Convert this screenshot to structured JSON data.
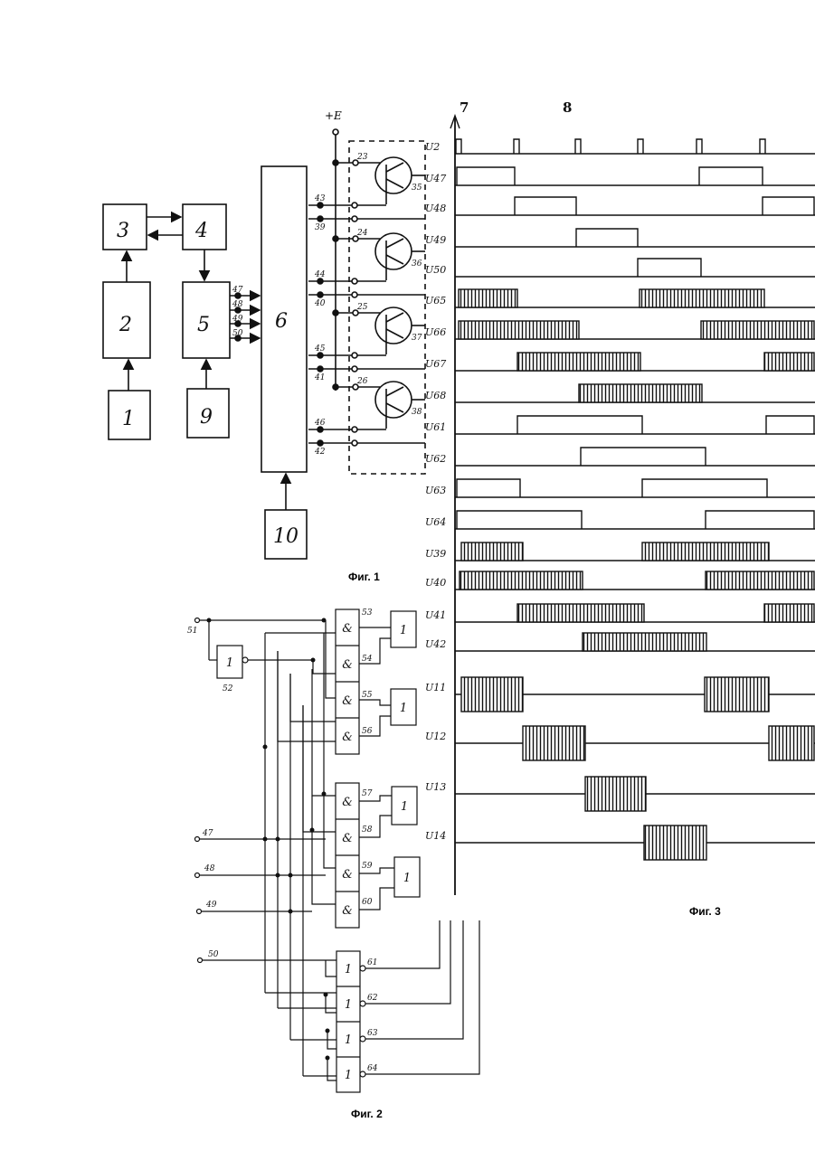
{
  "fig1": {
    "caption": "Фиг. 1",
    "power_label": "+E",
    "blocks": [
      "1",
      "2",
      "3",
      "4",
      "5",
      "6",
      "9",
      "10"
    ],
    "input_labels": [
      "47",
      "48",
      "49",
      "50"
    ],
    "transistors": [
      {
        "ref": "35",
        "node": "23",
        "tap_a": "43",
        "tap_b": "39"
      },
      {
        "ref": "36",
        "node": "24",
        "tap_a": "44",
        "tap_b": "40"
      },
      {
        "ref": "37",
        "node": "25",
        "tap_a": "45",
        "tap_b": "41"
      },
      {
        "ref": "38",
        "node": "26",
        "tap_a": "46",
        "tap_b": "42"
      }
    ]
  },
  "fig2": {
    "caption": "Фиг. 2",
    "in_top": "51",
    "inverter": {
      "label": "1",
      "ref": "52"
    },
    "inputs": [
      "47",
      "48",
      "49",
      "50"
    ],
    "and_gates_a": [
      {
        "sym": "&",
        "ref": "53"
      },
      {
        "sym": "&",
        "ref": "54"
      },
      {
        "sym": "&",
        "ref": "55"
      },
      {
        "sym": "&",
        "ref": "56"
      }
    ],
    "and_gates_b": [
      {
        "sym": "&",
        "ref": "57"
      },
      {
        "sym": "&",
        "ref": "58"
      },
      {
        "sym": "&",
        "ref": "59"
      },
      {
        "sym": "&",
        "ref": "60"
      }
    ],
    "or_symbol": "1",
    "nor_gates": [
      {
        "sym": "1",
        "ref": "61"
      },
      {
        "sym": "1",
        "ref": "62"
      },
      {
        "sym": "1",
        "ref": "63"
      },
      {
        "sym": "1",
        "ref": "64"
      }
    ]
  },
  "fig3": {
    "caption": "Фиг. 3",
    "top_marks": [
      "7",
      "8"
    ],
    "row_labels": [
      "U2",
      "U47",
      "U48",
      "U49",
      "U50",
      "U65",
      "U66",
      "U67",
      "U68",
      "U61",
      "U62",
      "U63",
      "U64",
      "U39",
      "U40",
      "U41",
      "U42",
      "U11",
      "U12",
      "U13",
      "U14"
    ]
  }
}
